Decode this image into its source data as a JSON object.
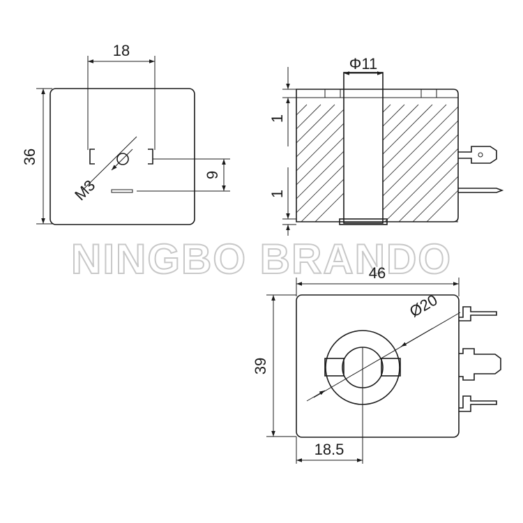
{
  "watermark": "NINGBO BRANDO",
  "front_view": {
    "width_dim": "18",
    "height_dim": "36",
    "offset_dim": "9",
    "thread_label": "M3"
  },
  "section_view": {
    "bore_dim": "Φ11",
    "top_gap_dim": "1",
    "bottom_gap_dim": "1"
  },
  "plan_view": {
    "width_dim": "46",
    "height_dim": "39",
    "ring_dim": "Ø20",
    "center_offset_dim": "18.5"
  }
}
